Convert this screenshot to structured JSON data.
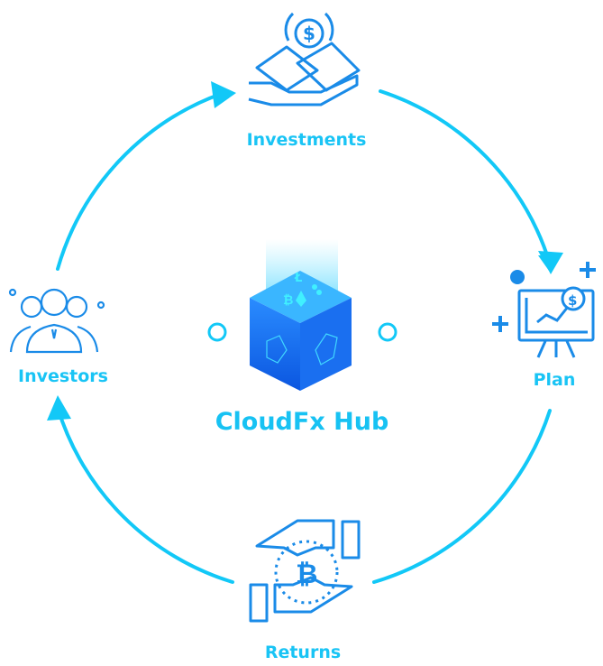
{
  "hub": {
    "title": "CloudFx Hub"
  },
  "nodes": {
    "investments": "Investments",
    "plan": "Plan",
    "returns": "Returns",
    "investors": "Investors"
  },
  "icons": {
    "investments": "money-hand-icon",
    "plan": "chart-presentation-icon",
    "returns": "bitcoin-exchange-hands-icon",
    "investors": "investors-group-icon",
    "hub": "crypto-cube-icon"
  },
  "colors": {
    "cycle": "#12c8f7",
    "icon": "#1a8be8",
    "label": "#19c4f5"
  }
}
